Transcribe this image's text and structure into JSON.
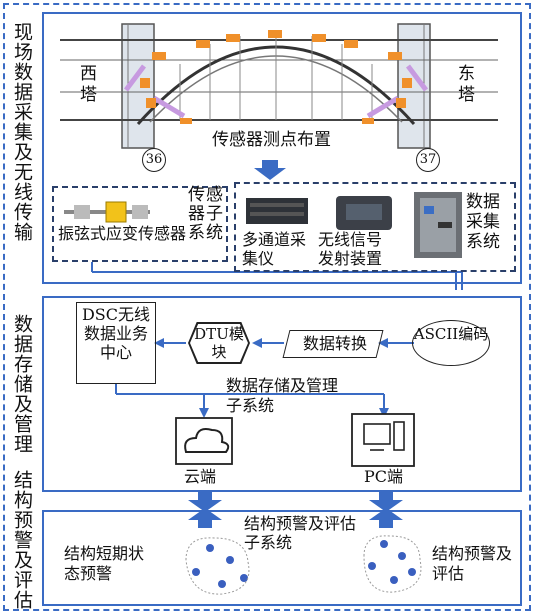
{
  "sections": {
    "field": "现场数据采集及无线传输",
    "storage": "数据存储及管理",
    "warning": "结构预警及评估"
  },
  "bridge": {
    "west": "西塔",
    "east": "东塔",
    "pier_left": "36",
    "pier_right": "37",
    "caption": "传感器测点布置"
  },
  "sensor_group": {
    "system_label": "传感器子系统",
    "sensor_name": "振弦式应变传感器"
  },
  "acq_group": {
    "system_label": "数据采集系统",
    "device1": "多通道采集仪",
    "device2": "无线信号发射装置"
  },
  "storage_group": {
    "dsc": "DSC无线数据业务中心",
    "dtu": "DTU模块",
    "convert": "数据转换",
    "ascii": "ASCII编码",
    "subsystem": "数据存储及管理子系统",
    "cloud": "云端",
    "pc": "PC端"
  },
  "warning_group": {
    "left": "结构短期状态预警",
    "middle": "结构预警及评估子系统",
    "right": "结构预警及评估"
  },
  "colors": {
    "border": "#3a6bc4",
    "arrow": "#3a6bc4",
    "orange": "#f0902a",
    "purple": "#c79ae0"
  }
}
